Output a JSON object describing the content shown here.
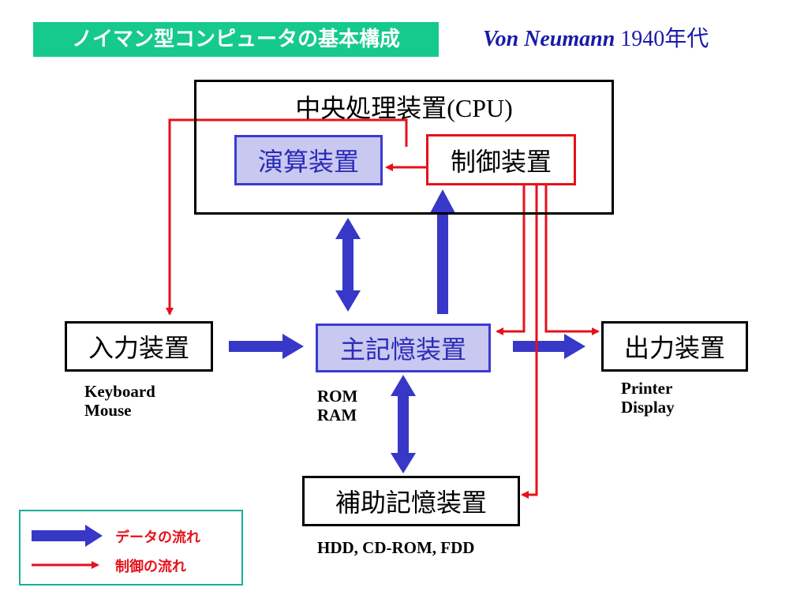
{
  "header": {
    "title": "ノイマン型コンピュータの基本構成",
    "subtitle_name": "Von Neumann",
    "subtitle_era": " 1940年代"
  },
  "cpu": {
    "label_jp": "中央処理装置",
    "label_en": "(CPU)",
    "alu": "演算装置",
    "control": "制御装置"
  },
  "input": {
    "label": "入力装置",
    "examples": [
      "Keyboard",
      "Mouse"
    ]
  },
  "memory": {
    "label": "主記憶装置",
    "examples": [
      "ROM",
      "RAM"
    ]
  },
  "output": {
    "label": "出力装置",
    "examples": [
      "Printer",
      "Display"
    ]
  },
  "storage": {
    "label": "補助記憶装置",
    "examples": "HDD, CD-ROM, FDD"
  },
  "legend": {
    "data_flow": "データの流れ",
    "control_flow": "制御の流れ"
  },
  "colors": {
    "data": "#3737c8",
    "control": "#e6111a",
    "accent": "#16c98d"
  }
}
